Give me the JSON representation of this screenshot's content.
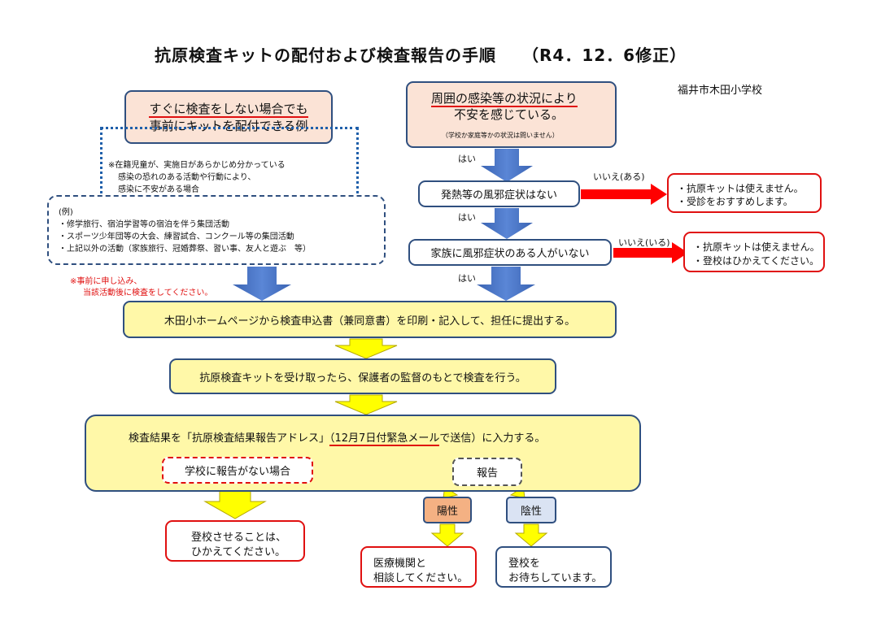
{
  "title": "抗原検査キットの配付および検査報告の手順　　（R4．12．6修正）",
  "school": "福井市木田小学校",
  "left_flow": {
    "headline_line1": "すぐに検査をしない場合でも",
    "headline_line2": "事前にキットを配付できる例",
    "note_line1": "※在籍児童が、実施日があらかじめ分かっている",
    "note_line2": "感染の恐れのある活動や行動により、",
    "note_line3": "感染に不安がある場合",
    "examples_heading": "(例)",
    "examples": [
      "・修学旅行、宿泊学習等の宿泊を伴う集団活動",
      "・スポーツ少年団等の大会、練習試合、コンクール等の集団活動",
      "・上記以外の活動（家族旅行、冠婚葬祭、習い事、友人と遊ぶ　等）"
    ],
    "warning_line1": "※事前に申し込み、",
    "warning_line2": "当該活動後に検査をしてください。"
  },
  "right_flow": {
    "anxiety_line1": "周囲の感染等の状況により",
    "anxiety_line2": "不安を感じている。",
    "anxiety_note": "（学校か家庭等かの状況は問いません）",
    "yes1": "はい",
    "fever_check": "発熱等の風邪症状はない",
    "no_fever_label": "いいえ(ある)",
    "no_fever_line1": "・抗原キットは使えません。",
    "no_fever_line2": "・受診をおすすめします。",
    "yes2": "はい",
    "family_check": "家族に風邪症状のある人がいない",
    "no_family_label": "いいえ(いる)",
    "no_family_line1": "・抗原キットは使えません。",
    "no_family_line2": "・登校はひかえてください。",
    "yes3": "はい"
  },
  "steps": {
    "apply": "木田小ホームページから検査申込書（兼同意書）を印刷・記入して、担任に提出する。",
    "test": "抗原検査キットを受け取ったら、保護者の監督のもとで検査を行う。",
    "report_pre": "検査結果を「抗原検査結果報告アドレス」",
    "report_mid": "（12月7日付緊急メール",
    "report_post": "で送信）に入力する。"
  },
  "outcomes": {
    "no_report_label": "学校に報告がない場合",
    "no_report_line1": "登校させることは、",
    "no_report_line2": "ひかえてください。",
    "report_label": "報告",
    "positive": "陽性",
    "negative": "陰性",
    "positive_line1": "医療機関と",
    "positive_line2": "相談してください。",
    "negative_line1": "登校を",
    "negative_line2": "お待ちしています。"
  },
  "colors": {
    "navy": "#2f4f7f",
    "blue_arrow": "#4472c4",
    "red": "#e01010",
    "yellow": "#ffff00",
    "yellow_box": "#fff8a8",
    "peach": "#fbe3d6",
    "positive_fill": "#f4b183",
    "negative_fill": "#dae3f3"
  }
}
